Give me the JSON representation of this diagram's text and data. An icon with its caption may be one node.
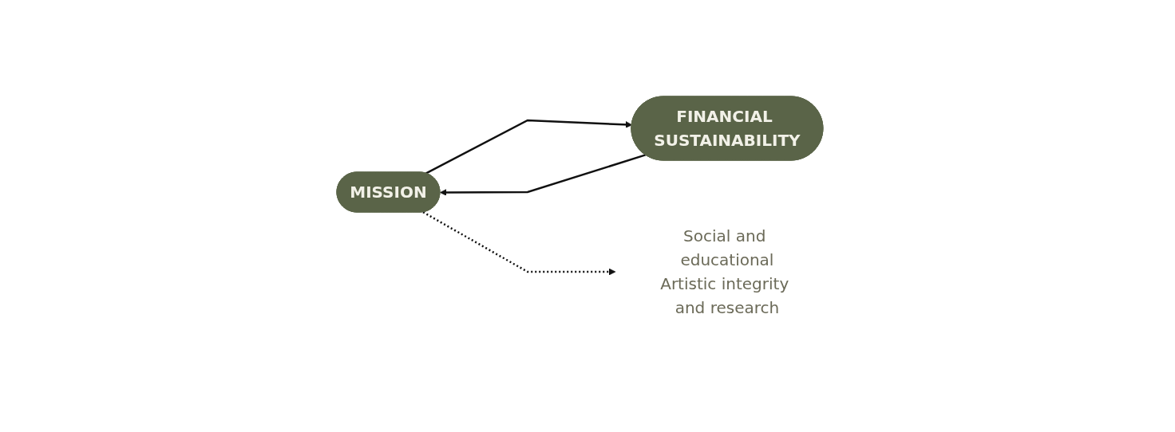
{
  "diagram": {
    "nodes": [
      {
        "text": [
          "MISSION"
        ]
      },
      {
        "text": [
          "FINANCIAL SUSTAINABILITY"
        ]
      },
      {
        "text": [
          "Social and educational",
          "Artistic integrity and research"
        ]
      }
    ],
    "edges": [
      {
        "from": 0,
        "to": 1,
        "arrow": "to"
      },
      {
        "from": 1,
        "to": 0,
        "arrow": "to"
      },
      {
        "from": 0,
        "to": 2,
        "arrow": "to",
        "style": "dashed"
      }
    ]
  }
}
